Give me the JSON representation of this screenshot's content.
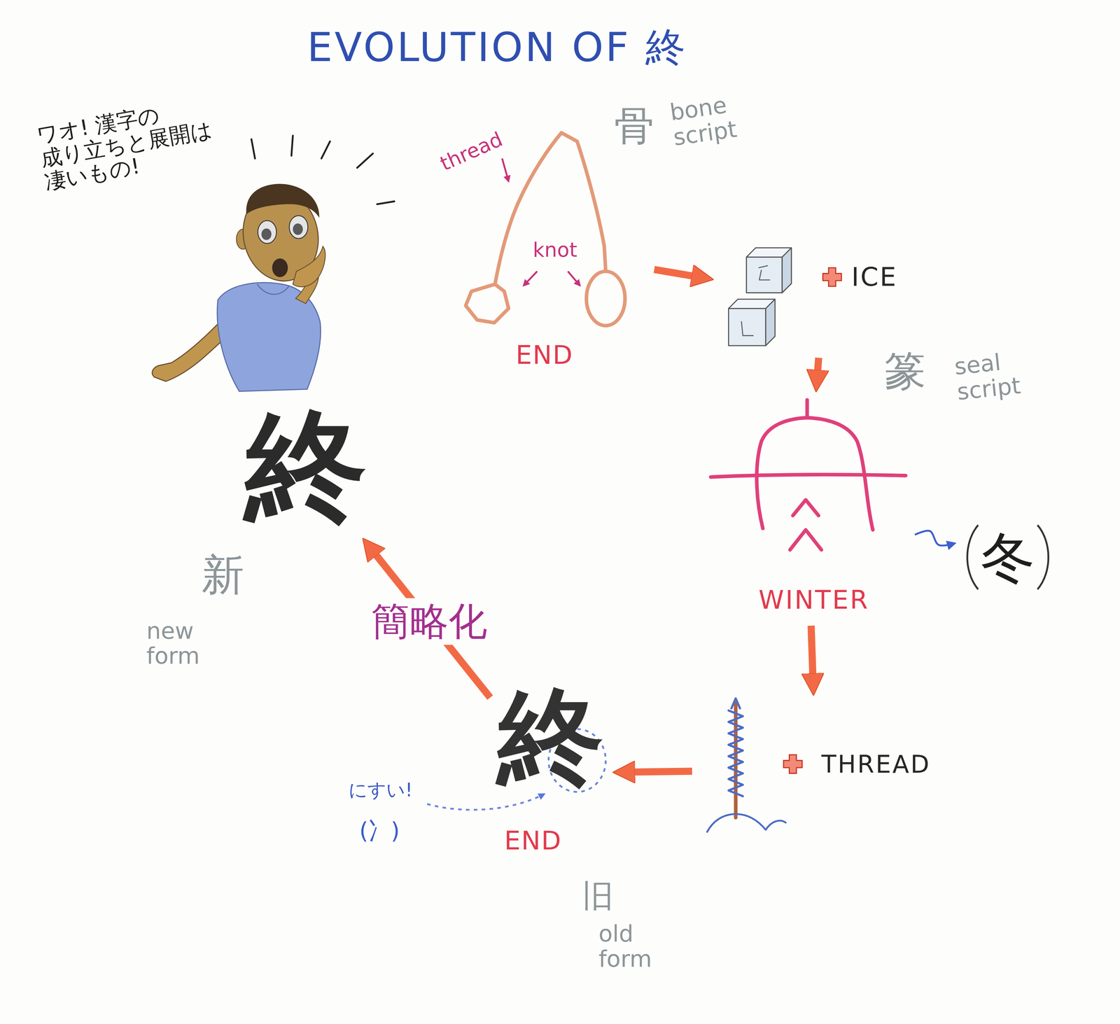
{
  "diagram": {
    "title": "EVOLUTION OF 終",
    "nodes": [
      {
        "text": [
          "thread",
          "knot",
          "END"
        ]
      },
      {
        "text": [
          "ICE"
        ]
      },
      {
        "text": [
          "WINTER"
        ]
      },
      {
        "text": [
          "冬"
        ]
      },
      {
        "text": [
          "THREAD"
        ]
      },
      {
        "text": [
          "終",
          "END"
        ]
      },
      {
        "text": [
          "終"
        ]
      }
    ],
    "edges": [
      {
        "from": 0,
        "to": 1,
        "arrow": "to"
      },
      {
        "from": 1,
        "to": 2,
        "arrow": "to"
      },
      {
        "from": 2,
        "to": 3,
        "arrow": "to"
      },
      {
        "from": 2,
        "to": 4,
        "arrow": "to"
      },
      {
        "from": 4,
        "to": 5,
        "arrow": "to"
      },
      {
        "from": 5,
        "to": 6,
        "arrow": "to",
        "label": "簡略化"
      }
    ],
    "labels": [
      "ワオ! 漢字の 成り立ちと展開は 凄いもの!",
      "骨",
      "bone script",
      "篆",
      "seal script",
      "旧",
      "old form",
      "新",
      "new form",
      "にすい!",
      "(冫)"
    ]
  }
}
